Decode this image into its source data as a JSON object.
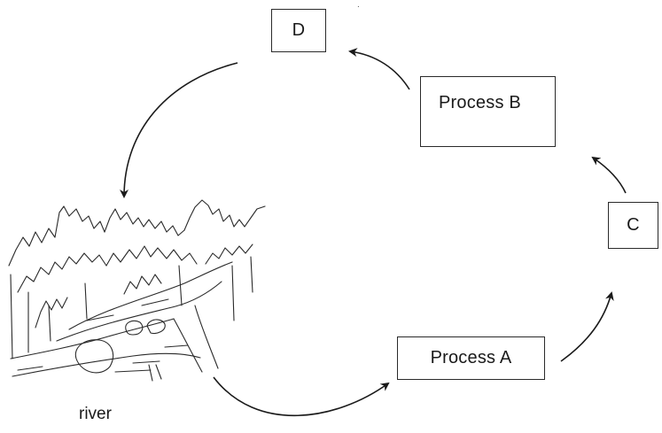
{
  "boxes": {
    "d": "D",
    "process_b": "Process B",
    "c": "C",
    "process_a": "Process A"
  },
  "labels": {
    "river": "river",
    "top_mark": "."
  }
}
